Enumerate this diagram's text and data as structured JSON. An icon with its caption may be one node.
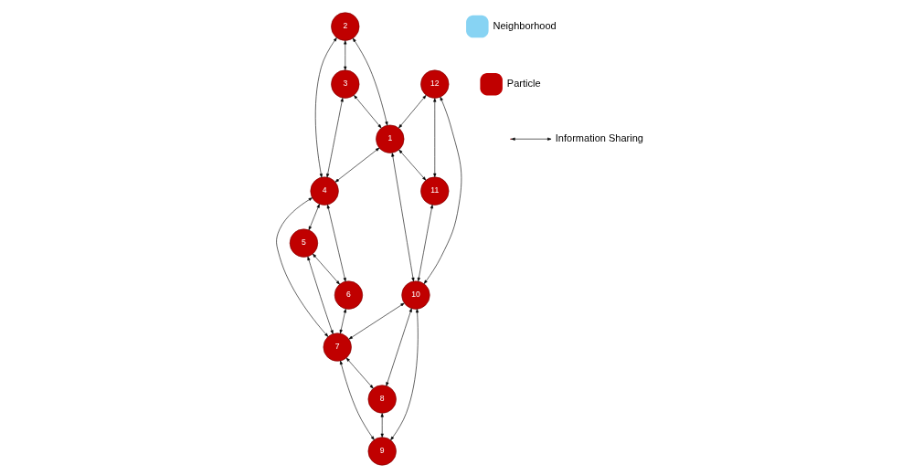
{
  "diagram": {
    "nodes": [
      {
        "text": [
          "2"
        ]
      },
      {
        "text": [
          "12"
        ]
      },
      {
        "text": [
          "3"
        ]
      },
      {
        "text": [
          "1"
        ]
      },
      {
        "text": [
          "11"
        ]
      },
      {
        "text": [
          "4"
        ]
      },
      {
        "text": [
          "10"
        ]
      },
      {
        "text": [
          "5"
        ]
      },
      {
        "text": [
          "7"
        ]
      },
      {
        "text": [
          "9"
        ]
      },
      {
        "text": [
          "6"
        ]
      },
      {
        "text": [
          "8"
        ]
      }
    ],
    "edges": [
      {
        "from": 0,
        "to": 2,
        "arrow": "both"
      },
      {
        "from": 0,
        "to": 3,
        "arrow": "both"
      },
      {
        "from": 2,
        "to": 5,
        "arrow": "both"
      },
      {
        "from": 3,
        "to": 5,
        "arrow": "both"
      },
      {
        "from": 0,
        "to": 5,
        "arrow": "both"
      },
      {
        "from": 2,
        "to": 3,
        "arrow": "both"
      },
      {
        "from": 1,
        "to": 3,
        "arrow": "both"
      },
      {
        "from": 1,
        "to": 4,
        "arrow": "both"
      },
      {
        "from": 3,
        "to": 6,
        "arrow": "both"
      },
      {
        "from": 4,
        "to": 6,
        "arrow": "both"
      },
      {
        "from": 1,
        "to": 6,
        "arrow": "both"
      },
      {
        "from": 3,
        "to": 4,
        "arrow": "both"
      },
      {
        "from": 5,
        "to": 7,
        "arrow": "both"
      },
      {
        "from": 5,
        "to": 8,
        "arrow": "both"
      },
      {
        "from": 7,
        "to": 10,
        "arrow": "both"
      },
      {
        "from": 10,
        "to": 8,
        "arrow": "both"
      },
      {
        "from": 5,
        "to": 10,
        "arrow": "both"
      },
      {
        "from": 7,
        "to": 8,
        "arrow": "both"
      },
      {
        "from": 6,
        "to": 8,
        "arrow": "both"
      },
      {
        "from": 6,
        "to": 9,
        "arrow": "both"
      },
      {
        "from": 8,
        "to": 11,
        "arrow": "both"
      },
      {
        "from": 11,
        "to": 9,
        "arrow": "both"
      },
      {
        "from": 6,
        "to": 11,
        "arrow": "both"
      },
      {
        "from": 8,
        "to": 9,
        "arrow": "both"
      }
    ],
    "legend": [
      {
        "text": "Neighborhood",
        "color": "#87d3f3"
      },
      {
        "text": "Particle",
        "color": "#c00000"
      },
      {
        "text": "Information Sharing"
      }
    ]
  }
}
